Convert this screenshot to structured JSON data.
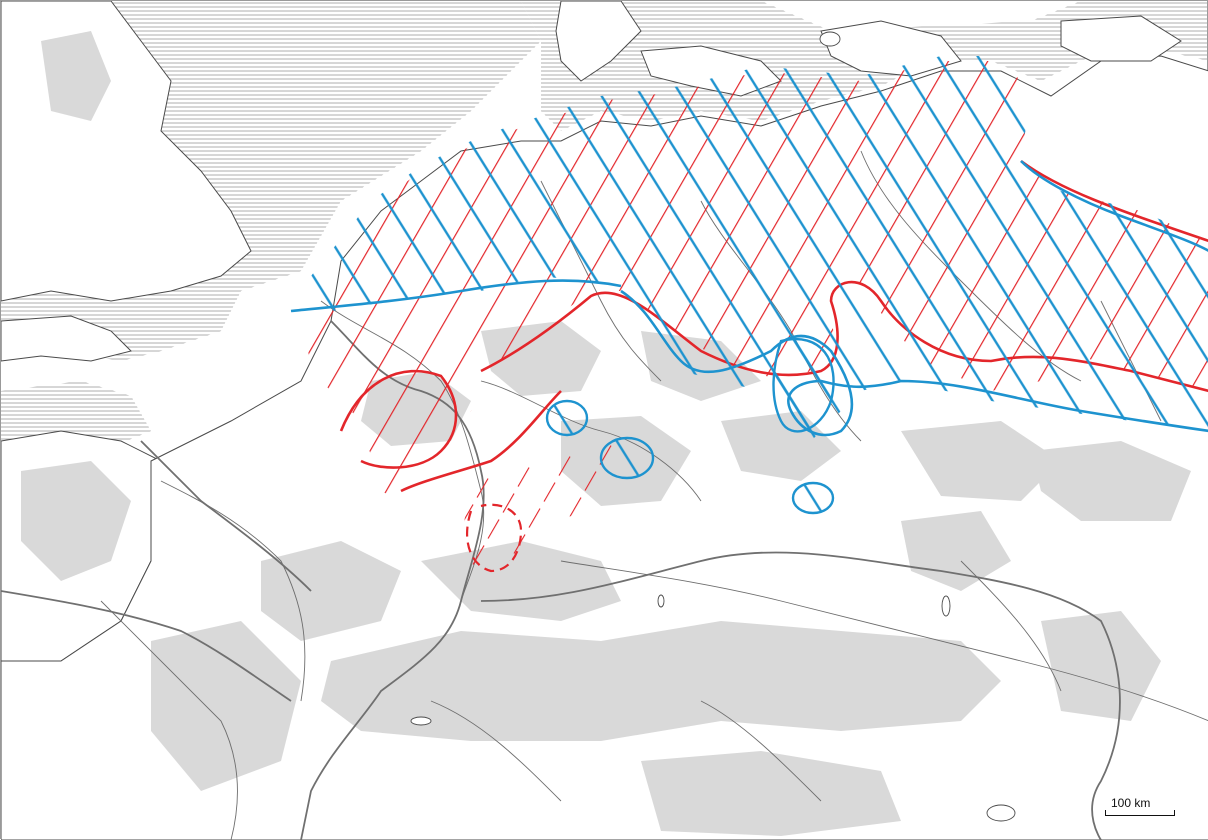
{
  "map": {
    "scale_bar": {
      "label": "100 km"
    },
    "colors": {
      "red_zone": "#e3262b",
      "blue_zone": "#1e93cf",
      "highland": "#d9d9d9",
      "sea_hatch": "#9a9a9a",
      "coast": "#4a4a4a",
      "river": "#6e6e6e",
      "border": "#707070",
      "background": "#ffffff"
    },
    "layers": [
      "sea-hatching",
      "coastline",
      "highland-relief",
      "rivers",
      "borders",
      "red-zone-hatching",
      "blue-zone-hatching",
      "red-zone-dashed-southern-extension",
      "blue-zone-isolated-enclaves"
    ]
  }
}
